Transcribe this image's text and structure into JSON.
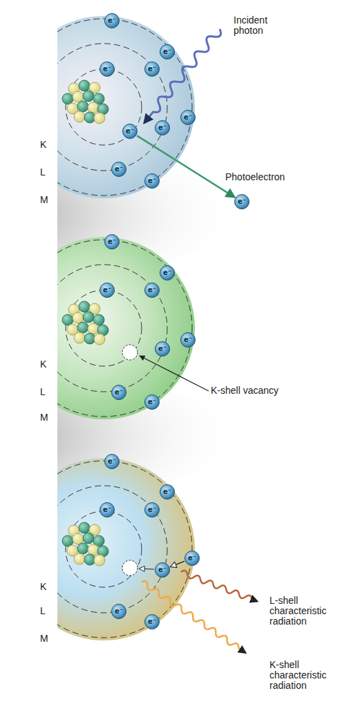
{
  "diagram": {
    "nodes": [
      {
        "text": [
          "e⁻"
        ]
      },
      {
        "text": [
          "e⁻"
        ]
      },
      {
        "text": [
          "e⁻"
        ]
      },
      {
        "text": [
          "e⁻"
        ]
      },
      {
        "text": [
          "e⁻"
        ]
      },
      {
        "text": [
          "e⁻"
        ]
      },
      {
        "text": [
          "e⁻"
        ]
      },
      {
        "text": [
          "e⁻"
        ]
      },
      {
        "text": [
          "e⁻"
        ]
      },
      {
        "text": [
          "Photoelectron",
          "e⁻"
        ]
      },
      {
        "text": [
          "e⁻"
        ]
      },
      {
        "text": [
          "e⁻"
        ]
      },
      {
        "text": [
          "e⁻"
        ]
      },
      {
        "text": [
          "e⁻"
        ]
      },
      {
        "text": [
          "e⁻"
        ]
      },
      {
        "text": [
          "e⁻"
        ]
      },
      {
        "text": [
          "e⁻"
        ]
      },
      {
        "text": [
          "e⁻"
        ]
      },
      {
        "text": [
          "e⁻"
        ]
      },
      {
        "text": [
          "e⁻"
        ]
      },
      {
        "text": [
          "e⁻"
        ]
      },
      {
        "text": [
          "e⁻"
        ]
      },
      {
        "text": [
          "e⁻"
        ]
      },
      {
        "text": [
          "e⁻"
        ]
      },
      {
        "text": [
          "e⁻"
        ]
      },
      {
        "text": [
          "e⁻"
        ]
      }
    ],
    "edges": [
      {
        "from": 6,
        "to": 9,
        "arrow": "to"
      },
      {
        "from": 22,
        "to": 23,
        "arrow": "to"
      }
    ],
    "labels": [
      "Incident photon",
      "K",
      "L",
      "M",
      "K-shell vacancy",
      "K",
      "L",
      "M",
      "L-shell characteristic radiation",
      "K-shell characteristic radiation",
      "K",
      "L",
      "M"
    ]
  }
}
